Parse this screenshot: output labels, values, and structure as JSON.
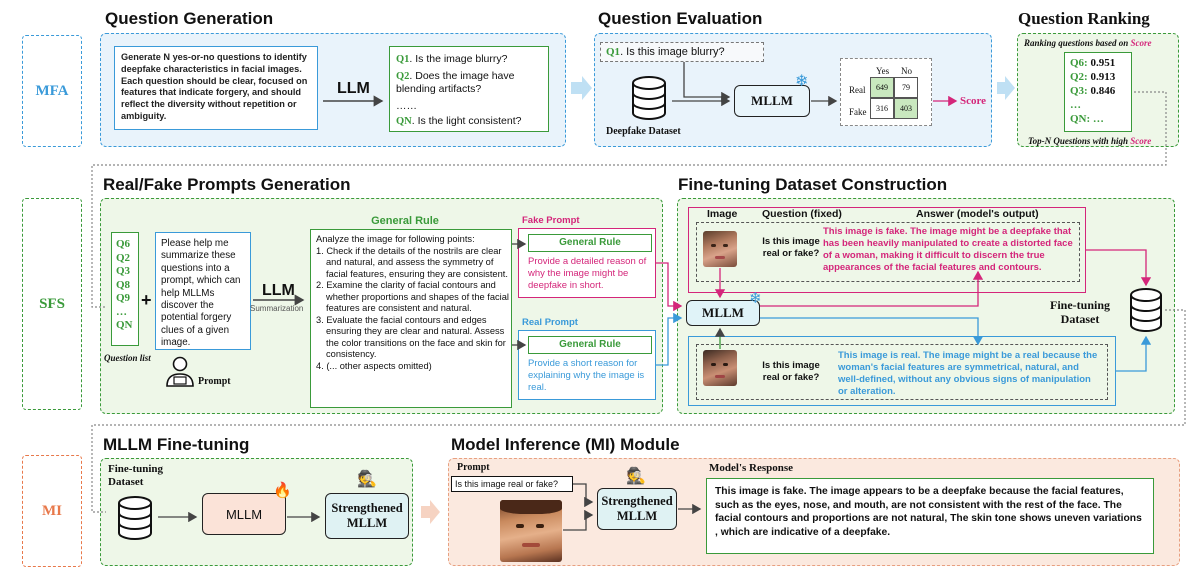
{
  "titles": {
    "qgen": "Question Generation",
    "qeval": "Question Evaluation",
    "qrank": "Question Ranking",
    "rfp": "Real/Fake Prompts Generation",
    "ftdc": "Fine-tuning Dataset Construction",
    "mllmft": "MLLM Fine-tuning",
    "mi": "Model Inference (MI) Module"
  },
  "side_labels": {
    "mfa": "MFA",
    "sfs": "SFS",
    "mi": "MI"
  },
  "qgen": {
    "prompt": "Generate N yes-or-no questions to identify deepfake characteristics in facial images. Each question should be clear, focused on features that indicate forgery, and should reflect the diversity without repetition or ambiguity.",
    "llm": "LLM",
    "questions": [
      {
        "id": "Q1",
        "text": ". Is the image blurry?"
      },
      {
        "id": "Q2",
        "text": ". Does the image have blending artifacts?"
      },
      {
        "id": "QN",
        "text": ". Is the light consistent?"
      }
    ],
    "ellipsis": "……"
  },
  "qeval": {
    "question_id": "Q1",
    "question_text": ". Is this image blurry?",
    "dataset_label": "Deepfake Dataset",
    "mllm": "MLLM",
    "matrix_cols": [
      "Yes",
      "No"
    ],
    "matrix_rows": [
      "Real",
      "Fake"
    ],
    "matrix_values": [
      [
        "649",
        "79"
      ],
      [
        "316",
        "403"
      ]
    ],
    "score": "Score"
  },
  "qrank": {
    "top_prefix": "Ranking questions based on ",
    "top_em": "Score",
    "items": [
      {
        "id": "Q6:",
        "val": "0.951"
      },
      {
        "id": "Q2:",
        "val": "0.913"
      },
      {
        "id": "Q3:",
        "val": "0.846"
      }
    ],
    "ellipsis": "…",
    "last": "QN: …",
    "bottom_prefix": "Top-N Questions with high ",
    "bottom_em": "Score"
  },
  "rfp": {
    "qlist": [
      "Q6",
      "Q2",
      "Q3",
      "Q8",
      "Q9",
      "…",
      "QN"
    ],
    "qlist_label": "Question list",
    "plus": "+",
    "summary_prompt": "Please help me summarize these questions into a prompt, which can help MLLMs discover the potential forgery clues of a given image.",
    "prompt_label": "Prompt",
    "llm": "LLM",
    "summarization": "Summarization",
    "general_rule_title": "General Rule",
    "general_rule_intro": "Analyze the image for following points:",
    "rules": [
      "1. Check if the details of the nostrils are clear and natural, and assess the symmetry of facial features, ensuring they are consistent.",
      "2. Examine the clarity of facial contours and whether proportions and shapes of the facial features are consistent and natural.",
      "3. Evaluate the facial contours and edges ensuring they are clear and natural. Assess the color transitions on the face and skin for consistency.",
      "4.  (... other aspects omitted)"
    ],
    "fake_prompt_title": "Fake Prompt",
    "fake_rule": "General Rule",
    "fake_text": "Provide a detailed reason of why the image might be deepfake in short.",
    "real_prompt_title": "Real Prompt",
    "real_rule": "General Rule",
    "real_text": "Provide a short reason for explaining why the image is real."
  },
  "ftdc": {
    "col_image": "Image",
    "col_question": "Question (fixed)",
    "col_answer": "Answer (model's output)",
    "question": "Is this image real or fake?",
    "fake_answer": "This image is fake. The image might be a deepfake that has been heavily manipulated to create a distorted face of a woman, making it difficult to discern the true appearances of the facial features and contours.",
    "real_answer": "This image is real. The image might be a real because the woman's facial features are symmetrical, natural, and well-defined, without any obvious signs of manipulation or alteration.",
    "mllm": "MLLM",
    "dataset_label": "Fine-tuning Dataset"
  },
  "mllmft": {
    "dataset_label": "Fine-tuning Dataset",
    "mllm": "MLLM",
    "strengthened": "Strengthened MLLM"
  },
  "mi": {
    "prompt_label": "Prompt",
    "prompt_text": "Is this image real or fake?",
    "strengthened": "Strengthened MLLM",
    "response_title": "Model's Response",
    "response": "This image is fake. The image appears to be a deepfake because the facial features, such as the eyes, nose, and mouth, are not consistent with the rest of the face. The facial contours and proportions are not natural, The skin tone shows uneven variations , which are indicative of a deepfake."
  },
  "colors": {
    "blue": "#3a9ad9",
    "green": "#3a9a3a",
    "orange": "#e8784a",
    "pink": "#d4267a",
    "lightblue_bg": "#e9f3fb",
    "lightgreen_bg": "#eef7e8",
    "peach_bg": "#fbe9df"
  }
}
